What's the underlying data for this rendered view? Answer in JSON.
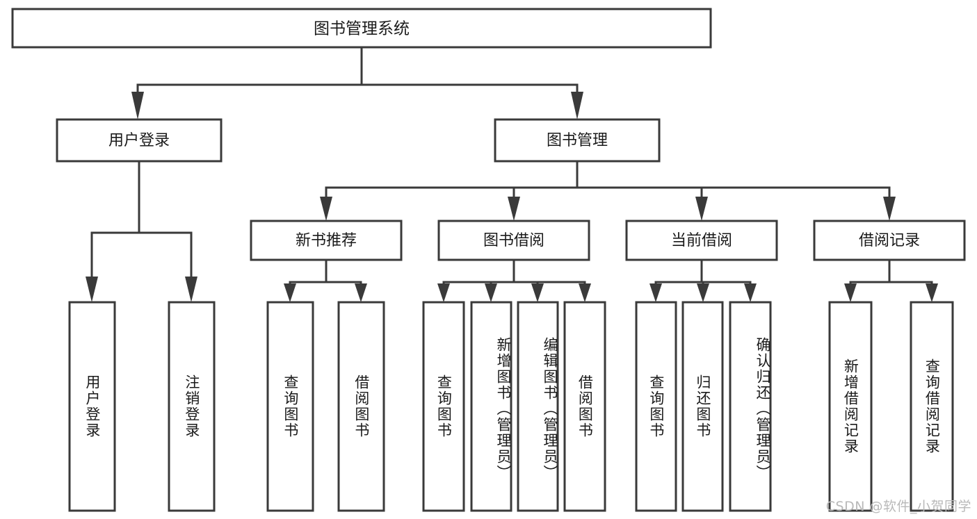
{
  "diagram": {
    "type": "hierarchy-tree",
    "title": "图书管理系统",
    "watermark": "CSDN @软件_小贺同学",
    "root": {
      "label": "图书管理系统",
      "level": 0
    },
    "level1": [
      {
        "label": "用户登录"
      },
      {
        "label": "图书管理"
      }
    ],
    "level2": [
      {
        "label": "新书推荐"
      },
      {
        "label": "图书借阅"
      },
      {
        "label": "当前借阅"
      },
      {
        "label": "借阅记录"
      }
    ],
    "leaves": {
      "user_login": [
        {
          "label": "用户登录"
        },
        {
          "label": "注销登录"
        }
      ],
      "new_book_recommend": [
        {
          "label": "查询图书"
        },
        {
          "label": "借阅图书"
        }
      ],
      "book_borrow": [
        {
          "label": "查询图书"
        },
        {
          "label": "新增图书（管理员）"
        },
        {
          "label": "编辑图书（管理员）"
        },
        {
          "label": "借阅图书"
        }
      ],
      "current_borrow": [
        {
          "label": "查询图书"
        },
        {
          "label": "归还图书"
        },
        {
          "label": "确认归还（管理员）"
        }
      ],
      "borrow_record": [
        {
          "label": "新增借阅记录"
        },
        {
          "label": "查询借阅记录"
        }
      ]
    },
    "colors": {
      "stroke": "#3a3a3a",
      "fill": "#ffffff",
      "text": "#1a1a1a",
      "watermark": "#b9b9b9"
    }
  }
}
